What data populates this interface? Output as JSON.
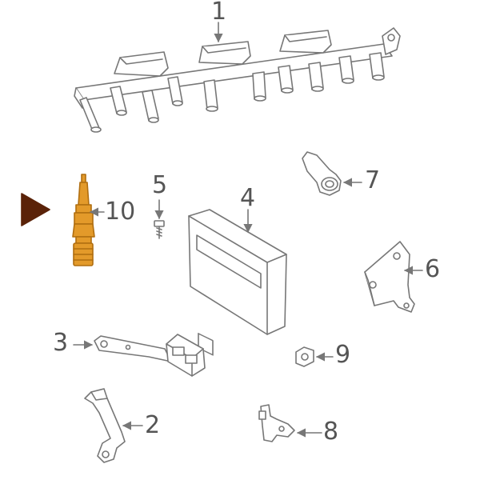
{
  "diagram": {
    "selected_part": "10",
    "highlight_color": "#e39a2a",
    "pointer_color": "#5a2208",
    "line_color": "#777777",
    "callouts": {
      "c1": "1",
      "c2": "2",
      "c3": "3",
      "c4": "4",
      "c5": "5",
      "c6": "6",
      "c7": "7",
      "c8": "8",
      "c9": "9",
      "c10": "10"
    },
    "parts": [
      {
        "number": "1",
        "icon": "ignition-coil-rail-icon"
      },
      {
        "number": "2",
        "icon": "bracket-icon"
      },
      {
        "number": "3",
        "icon": "sensor-with-connector-icon"
      },
      {
        "number": "4",
        "icon": "engine-control-module-icon"
      },
      {
        "number": "5",
        "icon": "bolt-icon"
      },
      {
        "number": "6",
        "icon": "mounting-bracket-icon"
      },
      {
        "number": "7",
        "icon": "sensor-icon"
      },
      {
        "number": "8",
        "icon": "crankshaft-sensor-icon"
      },
      {
        "number": "9",
        "icon": "nut-icon"
      },
      {
        "number": "10",
        "icon": "spark-plug-icon"
      }
    ]
  }
}
